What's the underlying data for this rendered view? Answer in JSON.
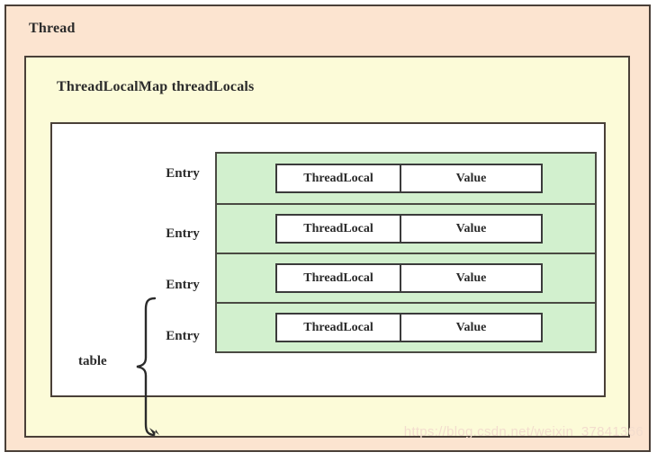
{
  "diagram": {
    "title": "Thread",
    "watermark": "https://blog.csdn.net/weixin_37841366",
    "colors": {
      "outer_box": "#fce4d0",
      "middle_box": "#fcfbd8",
      "inner_panel": "#ffffff",
      "entry_row": "#d2f0ce",
      "border": "#4a4038",
      "text": "#2b2b2b",
      "watermark": "#f3ddce"
    },
    "thread_local_map": {
      "title": "ThreadLocalMap threadLocals",
      "table_label": "table",
      "brace_icon": "curly-brace-with-arrow",
      "entries": [
        {
          "label": "Entry",
          "key": "ThreadLocal",
          "value": "Value"
        },
        {
          "label": "Entry",
          "key": "ThreadLocal",
          "value": "Value"
        },
        {
          "label": "Entry",
          "key": "ThreadLocal",
          "value": "Value"
        },
        {
          "label": "Entry",
          "key": "ThreadLocal",
          "value": "Value"
        }
      ]
    }
  }
}
